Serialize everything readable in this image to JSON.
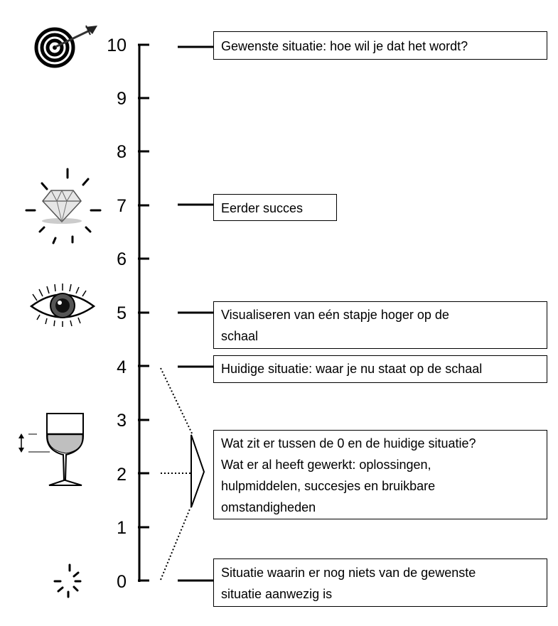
{
  "scale": {
    "labels": [
      "10",
      "9",
      "8",
      "7",
      "6",
      "5",
      "4",
      "3",
      "2",
      "1",
      "0"
    ]
  },
  "boxes": [
    {
      "lines": [
        "Gewenste situatie: hoe wil je dat het wordt?"
      ]
    },
    {
      "lines": [
        "Eerder succes"
      ]
    },
    {
      "lines": [
        "Visualiseren van eén stapje hoger op de",
        "schaal"
      ]
    },
    {
      "lines": [
        "Huidige situatie: waar je nu staat op de schaal"
      ]
    },
    {
      "lines": [
        "Wat zit er tussen de  0 en de huidige situatie?",
        "Wat er al heeft gewerkt: oplossingen,",
        "hulpmiddelen, succesjes en bruikbare",
        "omstandigheden"
      ]
    },
    {
      "lines": [
        "Situatie waarin er nog niets van de gewenste",
        "situatie aanwezig is"
      ]
    }
  ],
  "icons": [
    "target-icon",
    "diamond-icon",
    "eye-icon",
    "wine-glass-icon",
    "spark-icon"
  ]
}
